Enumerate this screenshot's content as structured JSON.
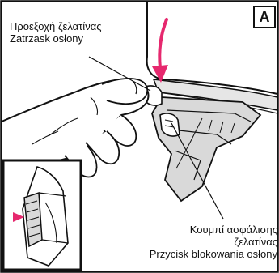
{
  "figure": {
    "panel_letter": "A",
    "label_tab": {
      "lines": [
        "Προεξοχή ζελατίνας",
        "Zatrzask osłony"
      ]
    },
    "label_button": {
      "lines": [
        "Κουμπί ασφάλισης",
        "ζελατίνας",
        "Przycisk blokowania osłony"
      ]
    },
    "colors": {
      "arrow": "#e6286e",
      "line": "#111111",
      "shade": "#d9d9d9"
    }
  }
}
